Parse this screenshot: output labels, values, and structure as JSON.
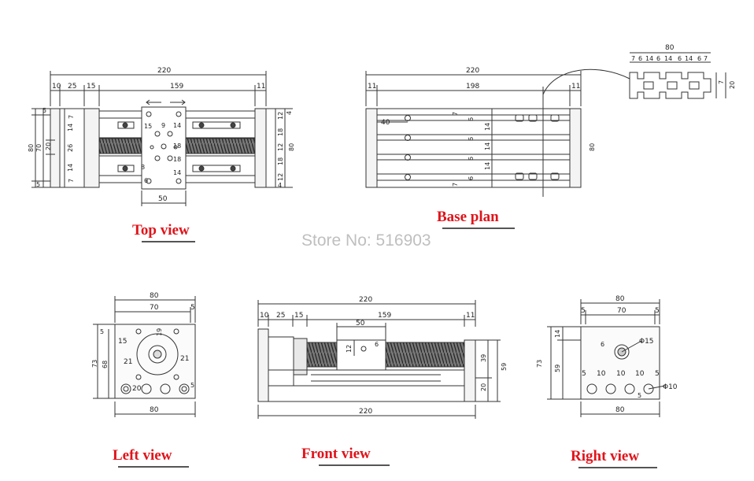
{
  "watermark": "Store No: 516903",
  "views": {
    "top": {
      "title": "Top view"
    },
    "base": {
      "title": "Base plan"
    },
    "left": {
      "title": "Left view"
    },
    "front": {
      "title": "Front view"
    },
    "right": {
      "title": "Right view"
    }
  },
  "dims": {
    "top_overall": "220",
    "top_seg_10": "10",
    "top_seg_25": "25",
    "top_seg_15": "15",
    "top_seg_159": "159",
    "top_seg_11": "11",
    "top_left_80": "80",
    "top_left_70": "70",
    "top_left_20": "20",
    "top_left_5a": "5",
    "top_left_5b": "5",
    "top_inner_7a": "7",
    "top_inner_14a": "14",
    "top_inner_26": "26",
    "top_inner_14b": "14",
    "top_inner_7b": "7",
    "top_carriage_15": "15",
    "top_carriage_9": "9",
    "top_carriage_14a": "14",
    "top_carriage_18a": "18",
    "top_carriage_18b": "18",
    "top_carriage_14b": "14",
    "top_carriage_8": "8",
    "top_carriage_6": "6",
    "top_carriage_50": "50",
    "top_right_12a": "12",
    "top_right_4": "4",
    "top_right_18a": "18",
    "top_right_12b": "12",
    "top_right_18b": "18",
    "top_right_80": "80",
    "top_right_12c": "12",
    "top_right_4b": "4",
    "base_overall": "220",
    "base_11a": "11",
    "base_198": "198",
    "base_11b": "11",
    "base_40": "40",
    "base_7a": "7",
    "base_6a": "6",
    "base_14a": "14",
    "base_6b": "6",
    "base_14b": "14",
    "base_6c": "6",
    "base_14c": "14",
    "base_6d": "6",
    "base_7b": "7",
    "base_80": "80",
    "profile_80": "80",
    "profile_segments": [
      "7",
      "6",
      "14",
      "6",
      "14",
      "6",
      "14",
      "6",
      "7"
    ],
    "profile_7": "7",
    "profile_20": "20",
    "left_80_top": "80",
    "left_70": "70",
    "left_5": "5",
    "left_73": "73",
    "left_68": "68",
    "left_5b": "5",
    "left_15": "15",
    "left_21a": "21",
    "left_21b": "21",
    "left_20": "20",
    "left_5c": "5",
    "left_19": "19",
    "left_80_bottom": "80",
    "front_overall": "220",
    "front_10": "10",
    "front_25": "25",
    "front_15": "15",
    "front_159": "159",
    "front_11": "11",
    "front_50": "50",
    "front_12": "12",
    "front_6": "6",
    "front_39": "39",
    "front_59": "59",
    "front_20": "20",
    "front_220_bottom": "220",
    "right_80_top": "80",
    "right_5": "5",
    "right_70": "70",
    "right_5b": "5",
    "right_73": "73",
    "right_14": "14",
    "right_59": "59",
    "right_6": "6",
    "right_phi15": "Φ15",
    "right_hole_5a": "5",
    "right_hole_10a": "10",
    "right_hole_10b": "10",
    "right_hole_10c": "10",
    "right_hole_5b": "5",
    "right_phi10": "Φ10",
    "right_5c": "5",
    "right_80_bottom": "80"
  }
}
